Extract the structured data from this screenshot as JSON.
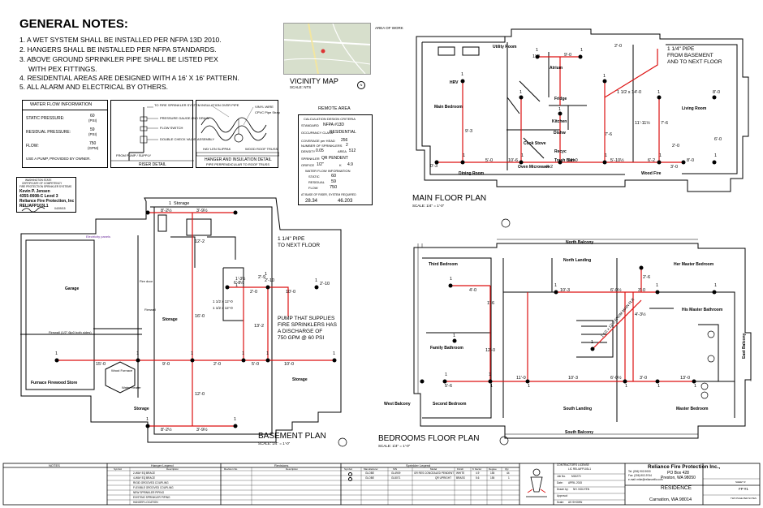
{
  "general_notes": {
    "title": "GENERAL NOTES:",
    "items": [
      "1. A WET SYSTEM SHALL BE INSTALLED PER NFPA 13D 2010.",
      "2. HANGERS SHALL BE INSTALLED PER NFPA STANDARDS.",
      "3. ABOVE GROUND SPRINKLER PIPE SHALL BE LISTED PEX",
      "WITH PEX FITTINGS.",
      "4. RESIDENTIAL AREAS ARE DESIGNED WITH A 16' X 16' PATTERN.",
      "5. ALL ALARM AND ELECTRICAL BY OTHERS."
    ]
  },
  "water_flow": {
    "title": "WATER FLOW INFORMATION",
    "static_label": "STATIC PRESSURE:",
    "static_value": "60",
    "static_unit": "(PSI)",
    "residual_label": "RESIDUAL PRESSURE:",
    "residual_value": "59",
    "residual_unit": "(PSI)",
    "flow_label": "FLOW:",
    "flow_value": "750",
    "flow_unit": "(GPM)",
    "note": "USE A PUMP, PROVIDED BY OWNER."
  },
  "riser_detail": {
    "title": "RISER DETAIL",
    "labels": [
      "TO FIRE SPRINKLER SYSTEM",
      "PRESSURE GAUGE AND DRAIN",
      "FLOW SWITCH",
      "DOUBLE CHECK VALVE ASSEMBLY",
      "FROM PUMP / SUPPLY"
    ]
  },
  "hanger_detail": {
    "title": "HANGER AND INSULATION DETAIL",
    "subtitle": "PIPE PERPENDICULAR TO ROOF TRUSS",
    "labels": [
      "INSULATION OVER PIPE",
      "VINYL WIRE",
      "CPVC Pipe Strap",
      "HAY LEN SLIPPAK",
      "WOOD ROOF TRUSS"
    ]
  },
  "certificate": {
    "lines": [
      "WASHINGTON STATE",
      "CERTIFICATE OF COMPETENCY",
      "FIRE PROTECTION SPRINKLER SYSTEMS",
      "Kevin P. Jensen",
      "4355-0608-C   Level 3",
      "Reliance Fire Protection, Inc",
      "RELIAFP103L1"
    ],
    "date": "04/09/15"
  },
  "vicinity": {
    "title": "VICINITY MAP",
    "scale": "SCALE: NTS",
    "area_label": "AREA OF WORK"
  },
  "remote_area": {
    "title": "REMOTE AREA",
    "criteria_title": "CALCULATION DESIGN CRITERIA",
    "rows": [
      [
        "STANDARD",
        "NFPA #13D"
      ],
      [
        "OCCUPANCY CLASS",
        "RESIDENTIAL"
      ],
      [
        "COVERAGE per HEAD",
        "256"
      ],
      [
        "NUMBER OF SPRINKLERS",
        "2"
      ],
      [
        "DENSITY",
        "0.05"
      ],
      [
        "AREA",
        "512"
      ],
      [
        "SPRINKLER",
        "QR PENDENT"
      ],
      [
        "ORIFICE",
        "1/2\""
      ],
      [
        "K",
        "4.9"
      ]
    ],
    "supply_title": "WATER FLOW INFORMATION",
    "static": "60",
    "residual": "59",
    "flow": "750",
    "base_label": "AT BASE OF RISER, SYSTEM REQUIRED",
    "base_gpm": "28.34",
    "base_psi": "46.203"
  },
  "main_plan": {
    "title": "MAIN FLOOR PLAN",
    "scale": "SCALE: 1/4\" = 1'-0\"",
    "note": [
      "1 1/4\" PIPE",
      "FROM BASEMENT",
      "AND TO NEXT FLOOR"
    ],
    "rooms": [
      "Utility Room",
      "Atrium",
      "HRV",
      "Main Bedroom",
      "Fridge",
      "Living Room",
      "Kitchen",
      "Dining Room",
      "Dishw",
      "Oven Microwave",
      "Cook Stove",
      "Recyc",
      "Trash Bam",
      "Wood Fire"
    ],
    "dims": [
      "1",
      "1'-0",
      "9'-0",
      "1",
      "2'-0",
      "8'-0",
      "1",
      "1",
      "9'-3",
      "1",
      "7'-6",
      "11'-11½",
      "1 1/2 x 14'-0",
      "1",
      "1",
      "1",
      "7'-6",
      "2'-0",
      "6'-0",
      "1",
      "1",
      "0'-3",
      "5'-0",
      "10'-6",
      "11'-0",
      "5'-10½",
      "6'-2",
      "8'-0",
      "3'-0",
      "4'-2",
      "1",
      "1"
    ]
  },
  "basement_plan": {
    "title": "BASEMENT PLAN",
    "scale": "SCALE: 1/4\" = 1'-0\"",
    "note1": [
      "1 1/4\" PIPE",
      "TO NEXT FLOOR"
    ],
    "note2": [
      "PUMP THAT SUPPLIES",
      "FIRE SPRINKLERS HAS",
      "A DISCHARGE OF",
      "750 GPM @ 60 PSI"
    ],
    "rooms": [
      "Garage",
      "Storage",
      "Storage",
      "Storage",
      "Furnace Firewood Store",
      "Wood Furnace",
      "Water Heater",
      "Fire door",
      "Firewall",
      "Firewall (1/2\" 6lp0 both sides)",
      "Electricity panels"
    ],
    "dims": [
      "1",
      "Storage",
      "8'-2½",
      "3'-9½",
      "12'-2",
      "1",
      "2'-10",
      "1",
      "1",
      "10'-0",
      "2'-10",
      "16'-0",
      "13'-2",
      "1",
      "1",
      "1",
      "1",
      "1",
      "1",
      "15'-0",
      "9'-0",
      "2'-0",
      "5'-0",
      "10'-0",
      "12'-0",
      "1",
      "1",
      "8'-2½",
      "3'-9½",
      "6'-8½",
      "1'-3½",
      "2'-0",
      "2'-9",
      "1 1/2 x 12'-0",
      "1 1/2 x 12'-0"
    ]
  },
  "bedrooms_plan": {
    "title": "BEDROOMS FLOOR PLAN",
    "scale": "SCALE: 1/4\" = 1'-0\"",
    "rooms": [
      "North Balcony",
      "Third Bedroom",
      "North Landing",
      "Her Master Bedroom",
      "His Master Bathroom",
      "Family Bathroom",
      "West Balcony",
      "Second Bedroom",
      "South Landing",
      "Master Bedroom",
      "East Balcony",
      "South Balcony"
    ],
    "dims": [
      "1",
      "1",
      "4'-0",
      "1",
      "10'-3",
      "6'-0½",
      "1'-6",
      "2'-6",
      "4'-3½",
      "3'-0",
      "12'-0",
      "1",
      "11'-0",
      "10'-3",
      "6'-0½",
      "3'-0",
      "13'-0",
      "5'-6",
      "1",
      "1",
      "1",
      "1",
      "1",
      "1",
      "1",
      "1",
      "1",
      "1 1/2 x 12'-0 FROM MAIN FLR"
    ]
  },
  "notes_table": {
    "notes_title": "NOTES",
    "legend_title": "Hanger Legend",
    "legend_headers": [
      "Symbol",
      "Description"
    ],
    "legend_rows": [
      "2-WAY EQ BRACE",
      "4-WAY EQ BRACE",
      "RIGID GROOVED COUPLING",
      "FLEXIBLE GROOVED COUPLING",
      "NEW SPRINKLER PIPING",
      "EXISTING SPRINKLER PIPING",
      "HANGER LOCATION"
    ],
    "revisions_title": "Revisions",
    "revisions_headers": [
      "Revision No.",
      "Description"
    ],
    "sprinkler_title": "Sprinkler Legend",
    "sprinkler_headers": [
      "Symbol",
      "Manufacturer",
      "SIN",
      "Model",
      "Finish",
      "K Factor",
      "Degree",
      "Qty"
    ],
    "sprinkler_rows": [
      [
        "GLOBE",
        "GL4909",
        "GR RES CONCEALED PENDENT",
        "WHITE",
        "4.9",
        "155",
        "44"
      ],
      [
        "GLOBE",
        "GL5071",
        "QR UPRIGHT",
        "BRASS",
        "5.6",
        "155",
        "1"
      ]
    ]
  },
  "title_block": {
    "contractor_label": "CONTRACTOR'S LICENSE",
    "contractor_no": "LIC RELIAFP103L1",
    "job_label": "Job No.",
    "job_no": "M15270",
    "date_label": "Date:",
    "date": "APRIL 2015",
    "drawn_label": "Drawn by:",
    "drawn": "NH. NGUYEN",
    "approved_label": "Approval:",
    "scale_label": "Scale:",
    "scale": "AS SHOWN",
    "company": "Reliance Fire Protection Inc.,",
    "address": [
      "PO Box 428",
      "Preston, WA 98050"
    ],
    "contact": [
      "Tel: (206) 902-9000",
      "Fax: (206) 902-9744",
      "e-mail: mike@relianceifio.com"
    ],
    "project": "RESIDENCE",
    "location": "Carnation, WA 98014",
    "sheet_label": "SHEET #",
    "sheet_no": "FP #1",
    "sheet_total": "TWO PAGE PER NOTES"
  }
}
